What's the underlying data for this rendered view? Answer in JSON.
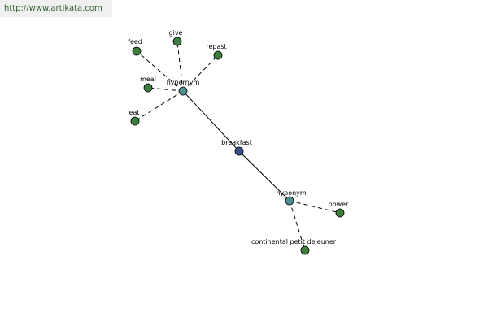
{
  "banner": {
    "url_text": "http://www.artikata.com"
  },
  "colors": {
    "root_node": "#3b4e8c",
    "relation_node": "#4f8f8f",
    "term_node": "#3d7d3d",
    "banner_text": "#2e5e2e"
  },
  "graph": {
    "nodes": [
      {
        "id": "breakfast",
        "label": "breakfast",
        "kind": "root"
      },
      {
        "id": "hypernym",
        "label": "hypernym",
        "kind": "relation"
      },
      {
        "id": "hyponym",
        "label": "hyponym",
        "kind": "relation"
      },
      {
        "id": "feed",
        "label": "feed",
        "kind": "term"
      },
      {
        "id": "give",
        "label": "give",
        "kind": "term"
      },
      {
        "id": "repast",
        "label": "repast",
        "kind": "term"
      },
      {
        "id": "meal",
        "label": "meal",
        "kind": "term"
      },
      {
        "id": "eat",
        "label": "eat",
        "kind": "term"
      },
      {
        "id": "power",
        "label": "power",
        "kind": "term"
      },
      {
        "id": "continental_petit_dejeuner",
        "label": "continental petit dejeuner",
        "kind": "term"
      }
    ],
    "edges": [
      {
        "from": "breakfast",
        "to": "hypernym",
        "style": "solid"
      },
      {
        "from": "breakfast",
        "to": "hyponym",
        "style": "solid"
      },
      {
        "from": "hypernym",
        "to": "feed",
        "style": "dashed"
      },
      {
        "from": "hypernym",
        "to": "give",
        "style": "dashed"
      },
      {
        "from": "hypernym",
        "to": "repast",
        "style": "dashed"
      },
      {
        "from": "hypernym",
        "to": "meal",
        "style": "dashed"
      },
      {
        "from": "hypernym",
        "to": "eat",
        "style": "dashed"
      },
      {
        "from": "hyponym",
        "to": "power",
        "style": "dashed"
      },
      {
        "from": "hyponym",
        "to": "continental_petit_dejeuner",
        "style": "dashed"
      }
    ]
  }
}
